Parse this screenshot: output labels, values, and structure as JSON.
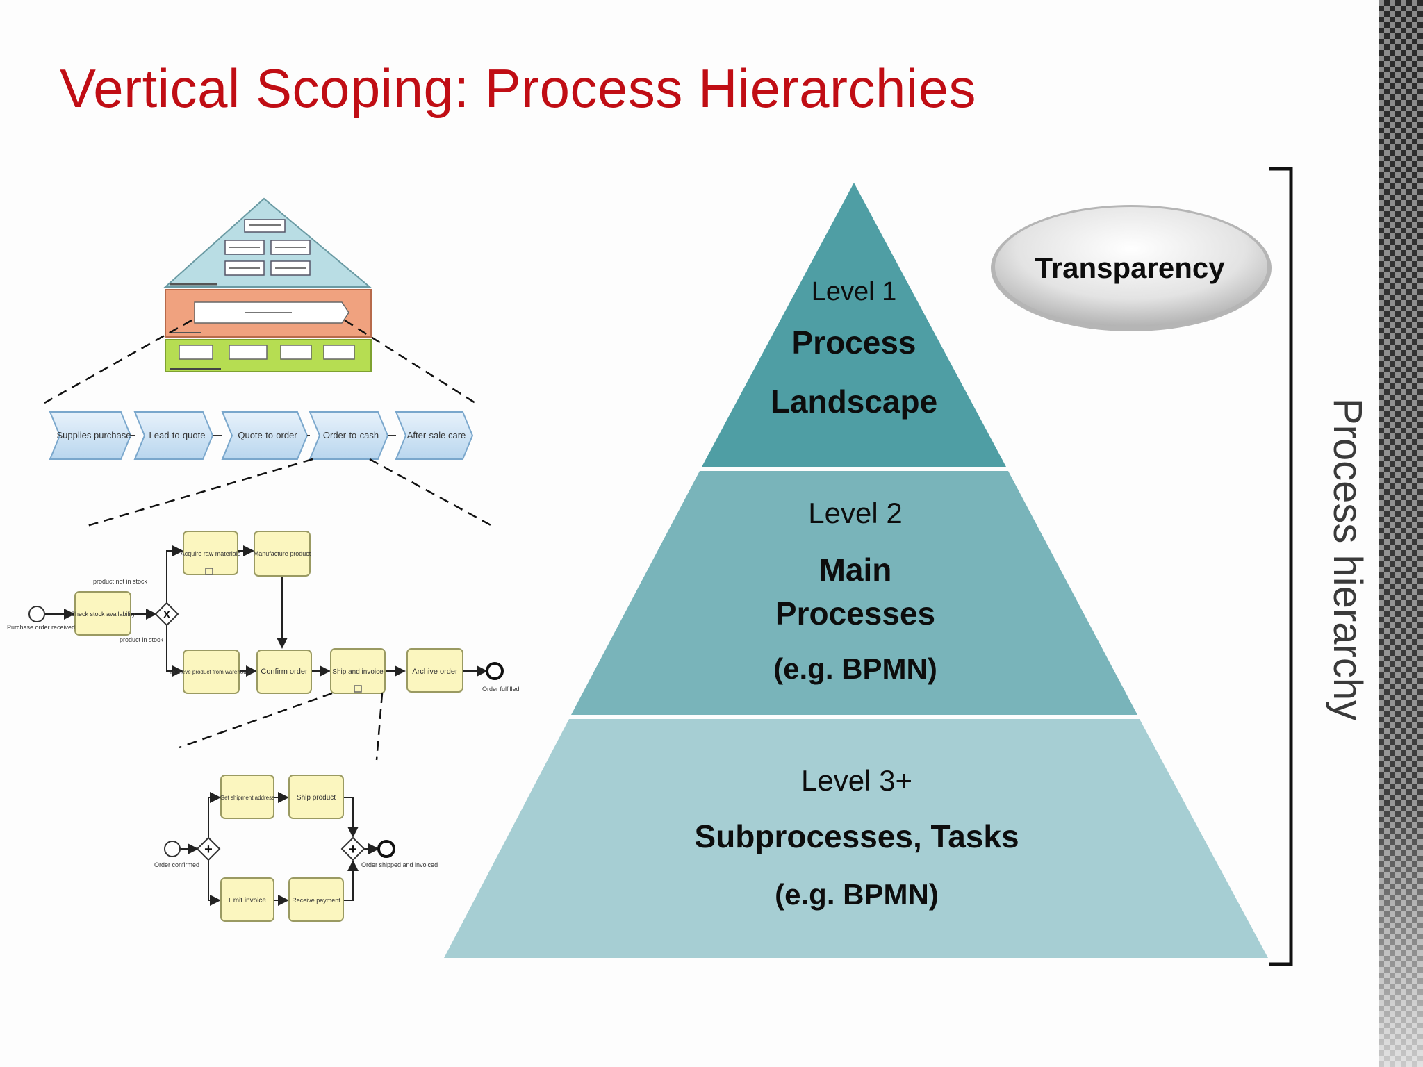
{
  "slide": {
    "title": "Vertical Scoping: Process Hierarchies",
    "colors": {
      "title": "#c00d14",
      "level1": "#4f9ea4",
      "level2": "#79b4ba",
      "level3": "#a6ced3"
    }
  },
  "pyramid": {
    "level1": {
      "level": "Level 1",
      "line1": "Process",
      "line2": "Landscape"
    },
    "level2": {
      "level": "Level 2",
      "line1": "Main",
      "line2": "Processes",
      "note": "(e.g. BPMN)"
    },
    "level3": {
      "level": "Level 3+",
      "line1": "Subprocesses, Tasks",
      "note": "(e.g. BPMN)"
    }
  },
  "badge": {
    "label": "Transparency"
  },
  "bracket": {
    "label": "Process hierarchy"
  },
  "landscape": {
    "chain": [
      "Supplies purchase",
      "Lead-to-quote",
      "Quote-to-order",
      "Order-to-cash",
      "After-sale care"
    ]
  },
  "bpmn_main": {
    "start": "Purchase order received",
    "tasks": {
      "check": "Check stock availability",
      "acquire": "Acquire raw materials",
      "manufacture": "Manufacture product",
      "retrieve": "Retrieve product from warehouse",
      "confirm": "Confirm order",
      "ship": "Ship and invoice",
      "archive": "Archive order"
    },
    "gateway": "X",
    "cond_not": "product not in stock",
    "cond_in": "product in stock",
    "end": "Order fulfilled"
  },
  "bpmn_sub": {
    "start": "Order confirmed",
    "tasks": {
      "get": "Get shipment address",
      "shipprod": "Ship product",
      "emit": "Emit invoice",
      "receive": "Receive payment"
    },
    "gateway": "+",
    "end": "Order shipped and invoiced"
  }
}
